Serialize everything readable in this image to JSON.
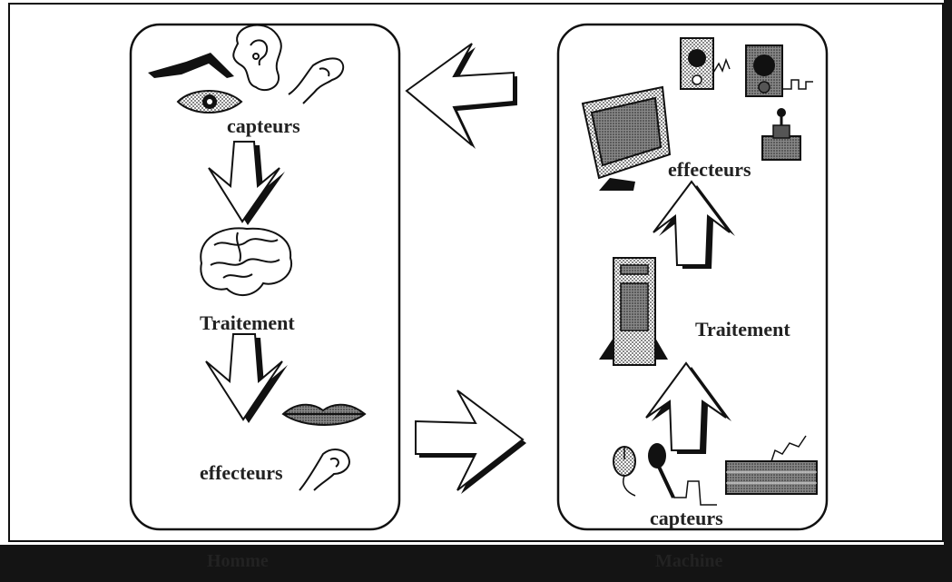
{
  "homme": {
    "title": "Homme",
    "sensors_label": "capteurs",
    "processing_label": "Traitement",
    "effectors_label": "effecteurs"
  },
  "machine": {
    "title": "Machine",
    "effectors_label": "effecteurs",
    "processing_label": "Traitement",
    "sensors_label": "capteurs"
  },
  "icons": [
    "eyebrow-icon",
    "ear-icon",
    "hand-icon",
    "eye-icon",
    "brain-icon",
    "lips-icon",
    "speaker-icon",
    "monitor-icon",
    "joystick-icon",
    "computer-tower-icon",
    "mouse-icon",
    "microphone-icon",
    "keyboard-icon"
  ],
  "colors": {
    "line": "#111111",
    "background": "#ffffff",
    "bottom_band": "#141414"
  }
}
